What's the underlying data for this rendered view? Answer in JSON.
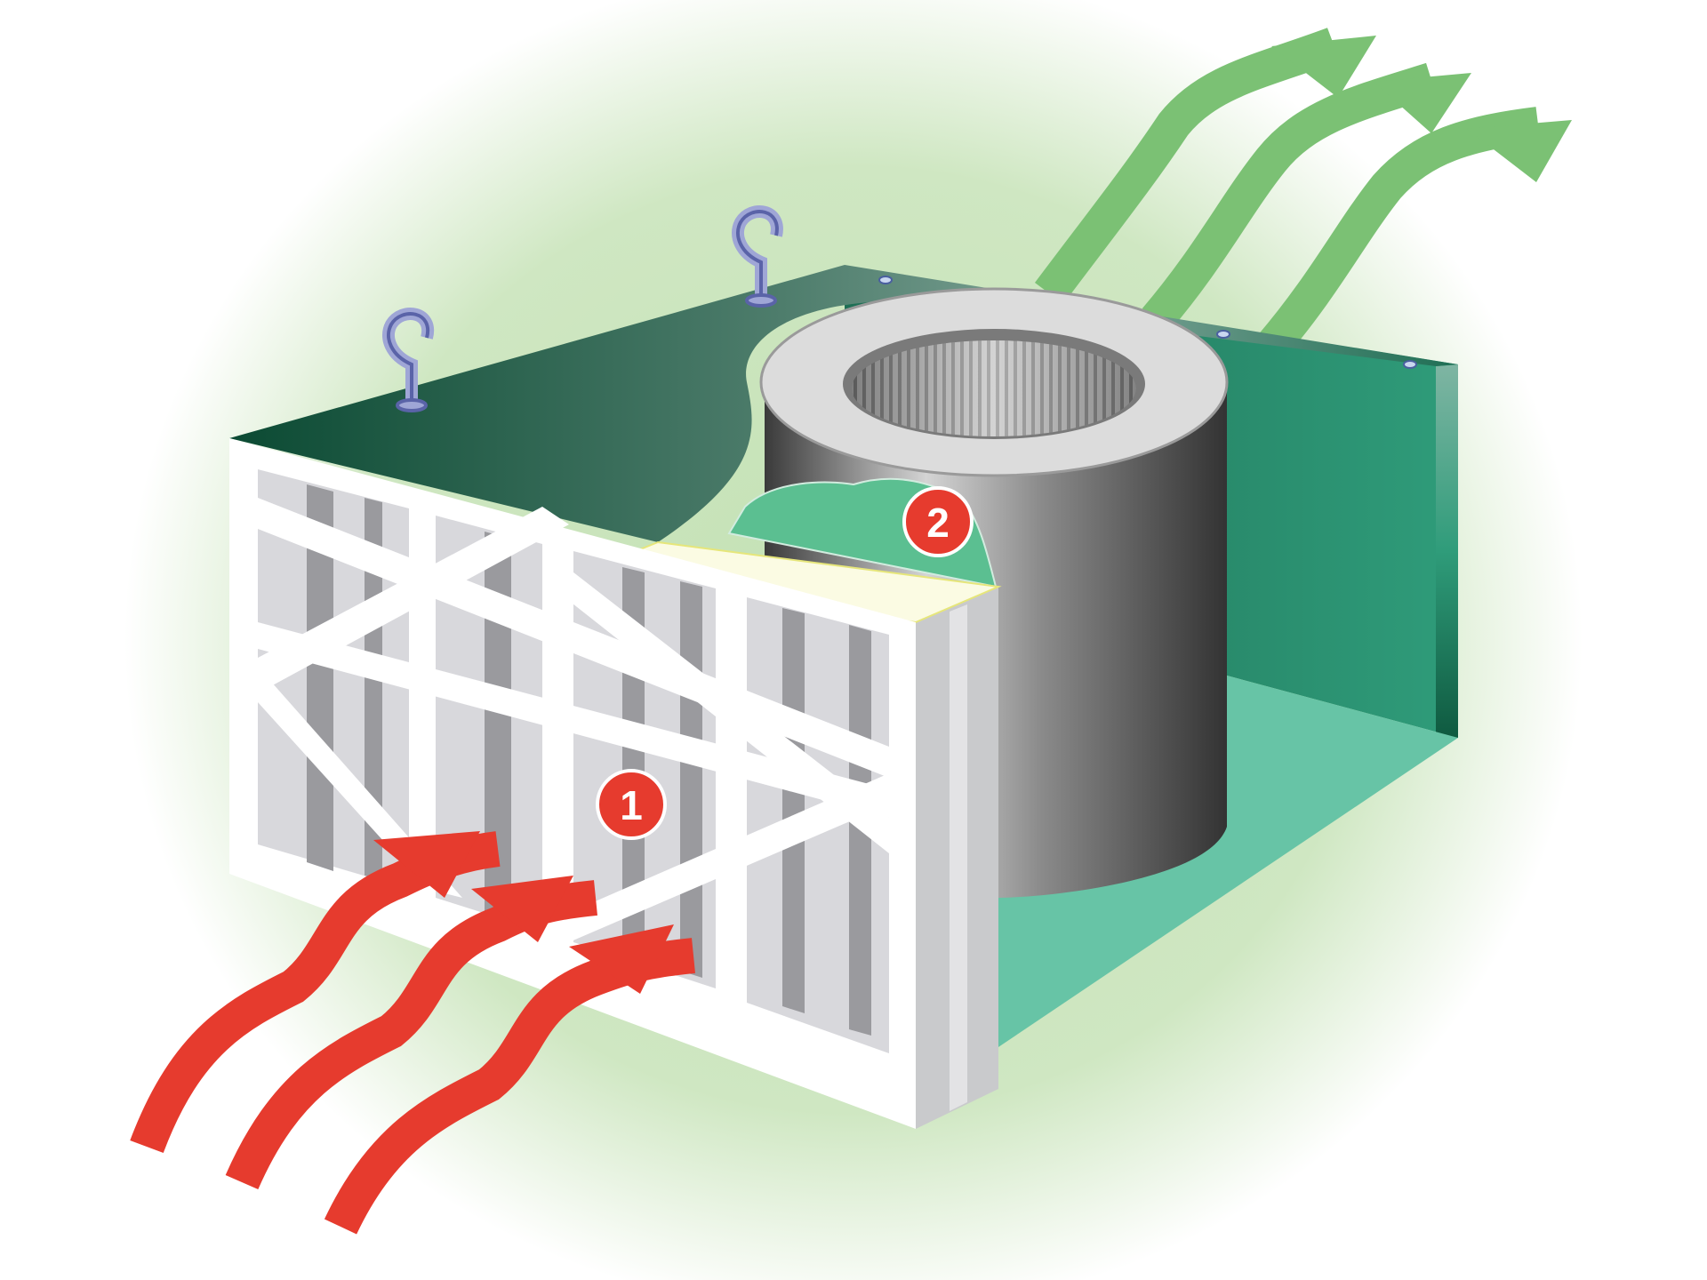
{
  "diagram": {
    "markers": [
      {
        "id": "1",
        "label": "1"
      },
      {
        "id": "2",
        "label": "2"
      }
    ],
    "colors": {
      "background_glow": "#c3e1b4",
      "housing_dark": "#0b4a33",
      "housing_mid": "#2e8c6f",
      "housing_floor": "#67c4a6",
      "filter_frame": "#ffffff",
      "filter_media": "#d8d8dc",
      "filter_pleat": "#9a9a9e",
      "drum_dark": "#3a3a3a",
      "drum_light": "#dadada",
      "intake_arrow": "#e63b2e",
      "exhaust_arrow": "#7bc174",
      "marker_fill": "#e63b2e",
      "hook": "#9fa6d6"
    },
    "icons": [
      "intake-arrow",
      "exhaust-arrow",
      "hook-icon",
      "filter-panel",
      "carbon-drum"
    ]
  }
}
